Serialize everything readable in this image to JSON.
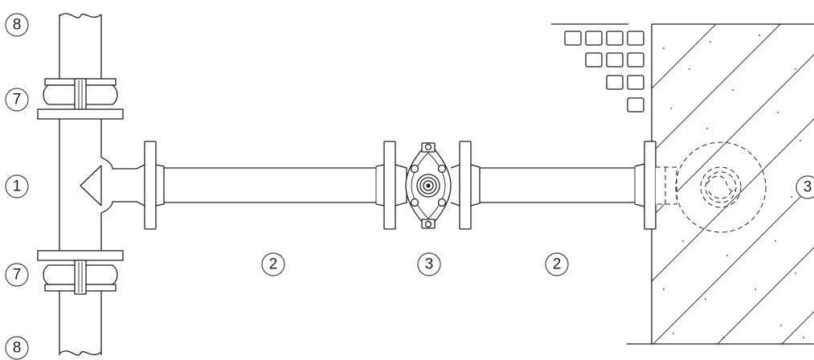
{
  "diagram": {
    "labels": {
      "top_left": "8",
      "upper_coupling": "7",
      "tee": "1",
      "lower_coupling": "7",
      "bottom_left": "8",
      "pipe_left": "2",
      "valve": "3",
      "pipe_right": "2",
      "wall_valve": "3"
    },
    "colors": {
      "line": "#222222",
      "background": "#ffffff"
    }
  }
}
